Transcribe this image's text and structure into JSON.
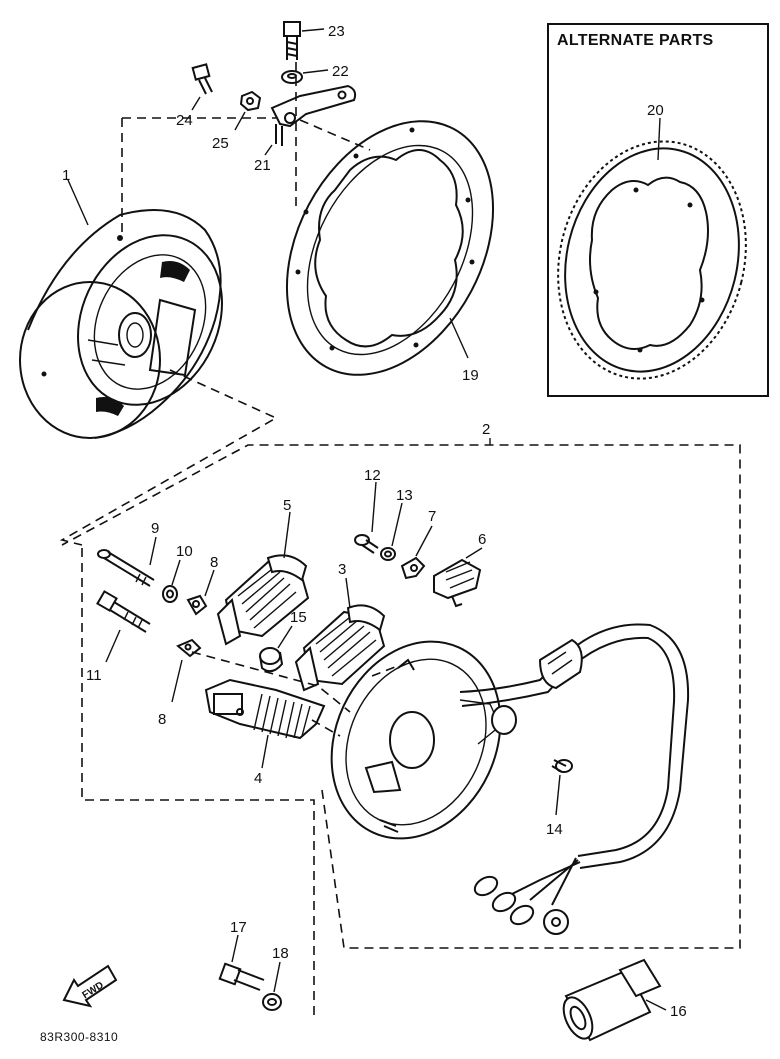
{
  "alternate_parts": {
    "title": "ALTERNATE PARTS"
  },
  "diagram_code": "83R300-8310",
  "fwd_label": "FWD",
  "callouts": {
    "p1": "1",
    "p2": "2",
    "p3": "3",
    "p4": "4",
    "p5": "5",
    "p6": "6",
    "p7": "7",
    "p8a": "8",
    "p8b": "8",
    "p9": "9",
    "p10": "10",
    "p11": "11",
    "p12": "12",
    "p13": "13",
    "p14": "14",
    "p15": "15",
    "p16": "16",
    "p17": "17",
    "p18": "18",
    "p19": "19",
    "p20": "20",
    "p21": "21",
    "p22": "22",
    "p23": "23",
    "p24": "24",
    "p25": "25"
  }
}
